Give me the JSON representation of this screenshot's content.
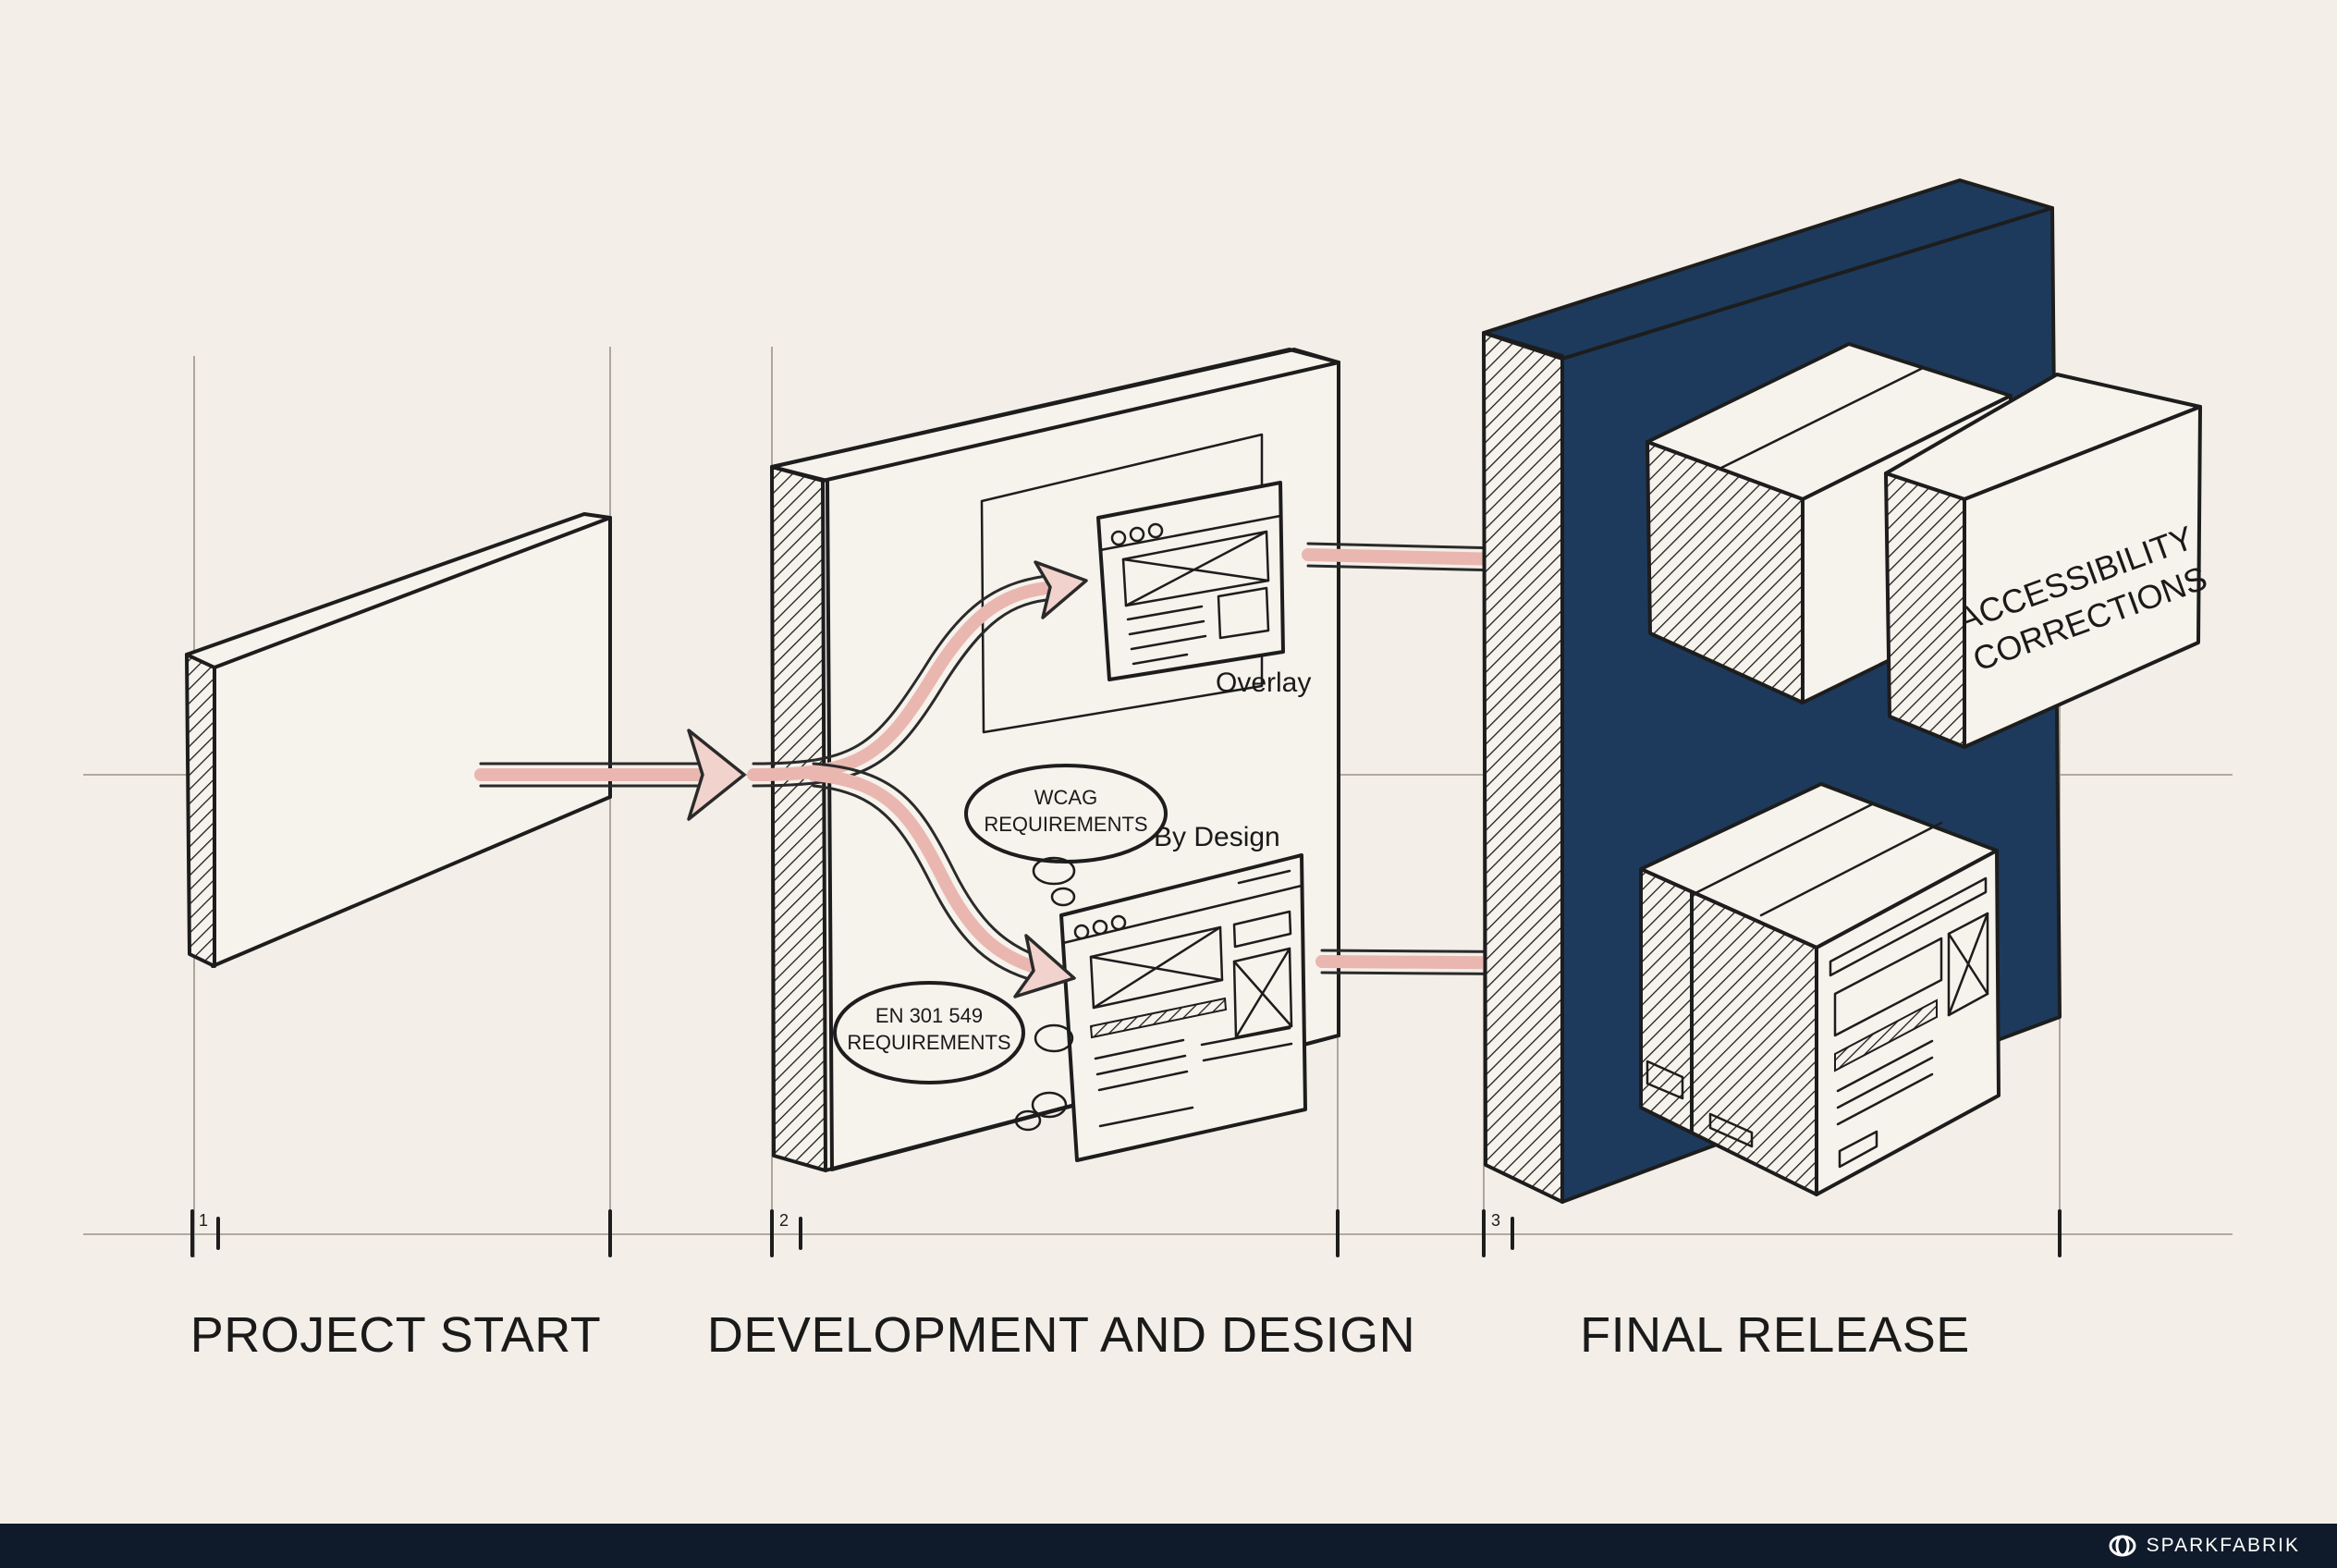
{
  "stages": [
    {
      "number": "1",
      "label": "PROJECT START"
    },
    {
      "number": "2",
      "label": "DEVELOPMENT AND DESIGN"
    },
    {
      "number": "3",
      "label": "FINAL RELEASE"
    }
  ],
  "paths": {
    "overlay": "Overlay",
    "by_design": "By Design"
  },
  "bubbles": {
    "wcag_line1": "WCAG",
    "wcag_line2": "REQUIREMENTS",
    "en_line1": "EN 301 549",
    "en_line2": "REQUIREMENTS"
  },
  "corrections_box": {
    "line1": "ACCESSIBILITY",
    "line2": "CORRECTIONS"
  },
  "footer": {
    "brand": "SPARKFABRIK",
    "brand_icon": "sparkfabrik-logo-icon"
  },
  "colors": {
    "background": "#f3eee7",
    "release_panel": "#1d3a5c",
    "arrow": "#e9b7b0",
    "footer": "#0f1b2b"
  }
}
